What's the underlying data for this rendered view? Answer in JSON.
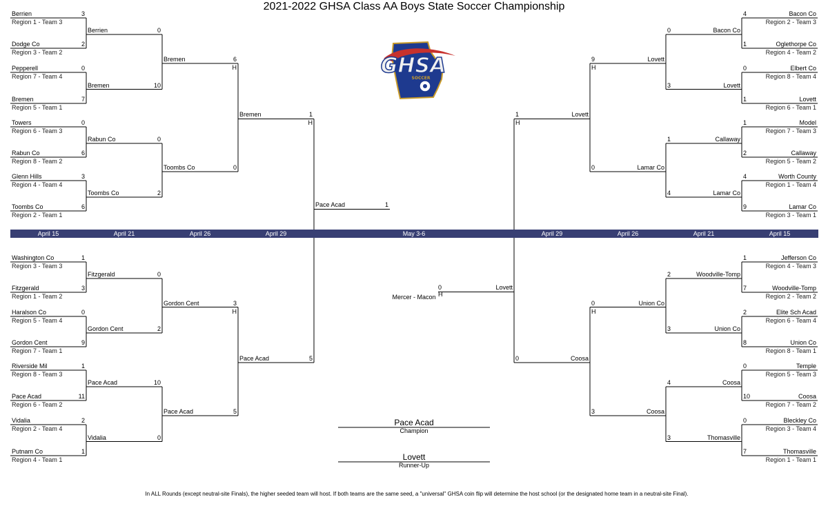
{
  "title": "2021-2022 GHSA Class AA Boys State Soccer Championship",
  "logo": {
    "text": "GHSA",
    "subtext": "SOCCER",
    "colors": {
      "state": "#1e3a8f",
      "text": "#f0f0f0",
      "accent": "#c7312d",
      "gold": "#c99b2a"
    }
  },
  "dates": [
    "April 15",
    "April 21",
    "April 26",
    "April 29",
    "May 3-6",
    "April 29",
    "April 26",
    "April 21",
    "April 15"
  ],
  "date_bar_color": "#383f73",
  "left": {
    "r1": [
      {
        "team": "Berrien",
        "seed": "Region 1 - Team 3",
        "score": "3"
      },
      {
        "team": "Dodge Co",
        "seed": "Region 3 - Team 2",
        "score": "2"
      },
      {
        "team": "Pepperell",
        "seed": "Region 7 - Team 4",
        "score": "0"
      },
      {
        "team": "Bremen",
        "seed": "Region 5 - Team 1",
        "score": "7"
      },
      {
        "team": "Towers",
        "seed": "Region 6 - Team 3",
        "score": "0"
      },
      {
        "team": "Rabun Co",
        "seed": "Region 8 - Team 2",
        "score": "6"
      },
      {
        "team": "Glenn Hills",
        "seed": "Region 4 - Team 4",
        "score": "3"
      },
      {
        "team": "Toombs Co",
        "seed": "Region 2 - Team 1",
        "score": "6"
      },
      {
        "team": "Washington Co",
        "seed": "Region 3 - Team 3",
        "score": "1"
      },
      {
        "team": "Fitzgerald",
        "seed": "Region 1 - Team 2",
        "score": "3"
      },
      {
        "team": "Haralson Co",
        "seed": "Region 5 - Team 4",
        "score": "0"
      },
      {
        "team": "Gordon Cent",
        "seed": "Region 7 - Team 1",
        "score": "9"
      },
      {
        "team": "Riverside Mil",
        "seed": "Region 8 - Team 3",
        "score": "1"
      },
      {
        "team": "Pace Acad",
        "seed": "Region 6 - Team 2",
        "score": "11"
      },
      {
        "team": "Vidalia",
        "seed": "Region 2 - Team 4",
        "score": "2"
      },
      {
        "team": "Putnam  Co",
        "seed": "Region 4 - Team 1",
        "score": "1"
      }
    ],
    "r2": [
      {
        "team": "Berrien",
        "score": "0"
      },
      {
        "team": "Bremen",
        "score": "10"
      },
      {
        "team": "Rabun Co",
        "score": "0"
      },
      {
        "team": "Toombs Co",
        "score": "2"
      },
      {
        "team": "Fitzgerald",
        "score": "0"
      },
      {
        "team": "Gordon Cent",
        "score": "2"
      },
      {
        "team": "Pace Acad",
        "score": "10"
      },
      {
        "team": "Vidalia",
        "score": "0"
      }
    ],
    "r3": [
      {
        "team": "Bremen",
        "score": "6",
        "host": "H"
      },
      {
        "team": "Toombs Co",
        "score": "0"
      },
      {
        "team": "Gordon Cent",
        "score": "3",
        "host": "H"
      },
      {
        "team": "Pace Acad",
        "score": "5"
      }
    ],
    "r4": [
      {
        "team": "Bremen",
        "score": "1",
        "host": "H"
      },
      {
        "team": "Pace Acad",
        "score": "5"
      }
    ],
    "semi_winner": {
      "team": "Pace Acad",
      "score": "1"
    }
  },
  "right": {
    "r1": [
      {
        "team": "Bacon Co",
        "seed": "Region 2 - Team 3",
        "score": "4"
      },
      {
        "team": "Oglethorpe Co",
        "seed": "Region 4 - Team 2",
        "score": "1"
      },
      {
        "team": "Elbert Co",
        "seed": "Region  8 - Team 4",
        "score": "0"
      },
      {
        "team": "Lovett",
        "seed": "Region 6 - Team 1",
        "score": "1"
      },
      {
        "team": "Model",
        "seed": "Region 7 - Team 3",
        "score": "1"
      },
      {
        "team": "Callaway",
        "seed": "Region 5 - Team 2",
        "score": "2"
      },
      {
        "team": "Worth County",
        "seed": "Region 1 - Team 4",
        "score": "4"
      },
      {
        "team": "Lamar Co",
        "seed": "Region 3 - Team 1",
        "score": "9"
      },
      {
        "team": "Jefferson Co",
        "seed": "Region 4 - Team 3",
        "score": "1"
      },
      {
        "team": "Woodville-Tomp",
        "seed": "Region 2 - Team 2",
        "score": "7"
      },
      {
        "team": "Elite Sch Acad",
        "seed": "Region 6 - Team 4",
        "score": "2"
      },
      {
        "team": "Union Co",
        "seed": "Region 8 - Team 1",
        "score": "8"
      },
      {
        "team": "Temple",
        "seed": "Region 5 - Team 3",
        "score": "0"
      },
      {
        "team": "Coosa",
        "seed": "Region 7 - Team 2",
        "score": "10"
      },
      {
        "team": "Bleckley Co",
        "seed": "Region 3 - Team 4",
        "score": "0"
      },
      {
        "team": "Thomasville",
        "seed": "Region 1 - Team 1",
        "score": "7"
      }
    ],
    "r2": [
      {
        "team": "Bacon Co",
        "score": "0"
      },
      {
        "team": "Lovett",
        "score": "3"
      },
      {
        "team": "Callaway",
        "score": "1"
      },
      {
        "team": "Lamar Co",
        "score": "4"
      },
      {
        "team": "Woodville-Tomp",
        "score": "2"
      },
      {
        "team": "Union Co",
        "score": "3"
      },
      {
        "team": "Coosa",
        "score": "4"
      },
      {
        "team": "Thomasville",
        "score": "3"
      }
    ],
    "r3": [
      {
        "team": "Lovett",
        "score": "9",
        "host": "H"
      },
      {
        "team": "Lamar Co",
        "score": "0"
      },
      {
        "team": "Union Co",
        "score": "0",
        "host": "H"
      },
      {
        "team": "Coosa",
        "score": "3"
      }
    ],
    "r4": [
      {
        "team": "Lovett",
        "score": "1",
        "host": "H"
      },
      {
        "team": "Coosa",
        "score": "0"
      }
    ],
    "semi_winner": {
      "team": "Lovett",
      "score": "0",
      "host": "H"
    }
  },
  "final_site": "Mercer - Macon",
  "champion": {
    "team": "Pace Acad",
    "label": "Champion"
  },
  "runner_up": {
    "team": "Lovett",
    "label": "Runner-Up"
  },
  "footnote": "In ALL Rounds (except neutral-site Finals), the higher seeded team will host.  If both teams are the same seed, a \"universal\" GHSA coin flip will determine the host school (or the designated home team in a neutral-site Final)."
}
